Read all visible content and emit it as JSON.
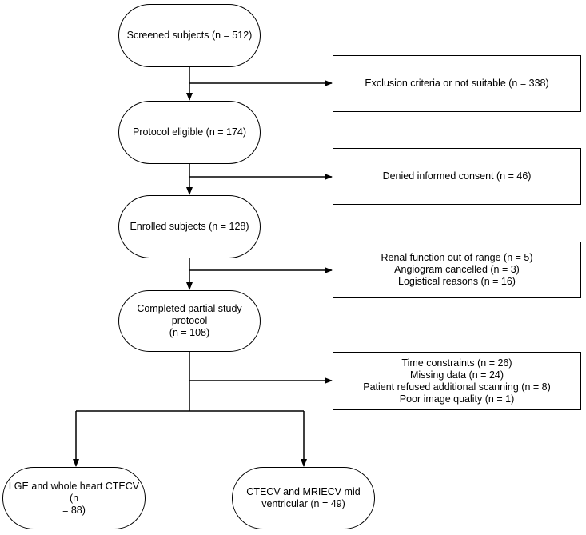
{
  "flow": {
    "screened": {
      "line1": "Screened subjects (n = 512)"
    },
    "eligible": {
      "line1": "Protocol eligible (n = 174)"
    },
    "enrolled": {
      "line1": "Enrolled subjects (n = 128)"
    },
    "partial": {
      "line1": "Completed partial study protocol",
      "line2": "(n = 108)"
    },
    "lge": {
      "line1": "LGE and whole heart CTECV (n",
      "line2": "= 88)"
    },
    "ctecv": {
      "line1": "CTECV and MRIECV mid",
      "line2": "ventricular (n = 49)"
    }
  },
  "exclusions": {
    "criteria": {
      "line1": "Exclusion criteria or not suitable (n = 338)"
    },
    "consent": {
      "line1": "Denied informed consent (n = 46)"
    },
    "renal": {
      "line1": "Renal function out of range (n = 5)",
      "line2": "Angiogram cancelled (n = 3)",
      "line3": "Logistical reasons (n = 16)"
    },
    "time": {
      "line1": "Time constraints (n = 26)",
      "line2": "Missing data (n = 24)",
      "line3": "Patient refused additional scanning (n = 8)",
      "line4": "Poor image quality (n = 1)"
    }
  }
}
